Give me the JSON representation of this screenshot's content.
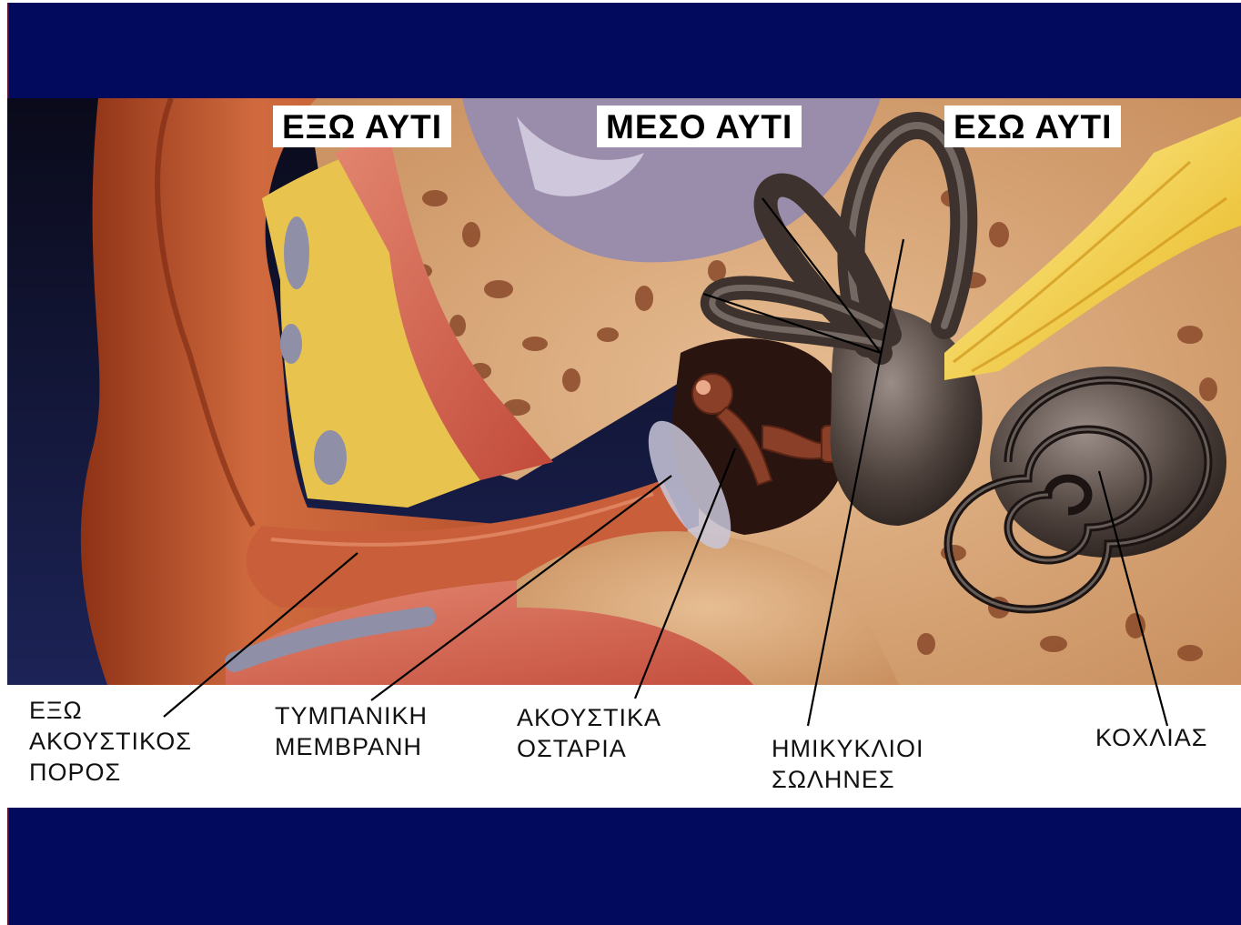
{
  "headers": {
    "outer": "ΕΞΩ  ΑΥΤΙ",
    "middle": "ΜΕΣΟ  ΑΥΤΙ",
    "inner": "ΕΣΩ  ΑΥΤΙ"
  },
  "labels": {
    "canal": [
      "ΕΞΩ",
      "ΑΚΟΥΣΤΙΚΟΣ",
      "ΠΟΡΟΣ"
    ],
    "tympanic": [
      "ΤΥΜΠΑΝΙΚΗ",
      "ΜΕΜΒΡΑΝΗ"
    ],
    "ossicles": [
      "ΑΚΟΥΣΤΙΚΑ",
      "ΟΣΤΑΡΙΑ"
    ],
    "canals": [
      "ΗΜΙΚΥΚΛΙΟΙ",
      "ΣΩΛΗΝΕΣ"
    ],
    "cochlea": [
      "ΚΟΧΛΙΑΣ"
    ]
  },
  "colors": {
    "slide_background": "#020a5e",
    "bone": "#d9ad80",
    "skin": "#c9603a",
    "cartilage": "#e8c44e",
    "nerve": "#f2d23a",
    "labyrinth": "#4a3e3a"
  }
}
